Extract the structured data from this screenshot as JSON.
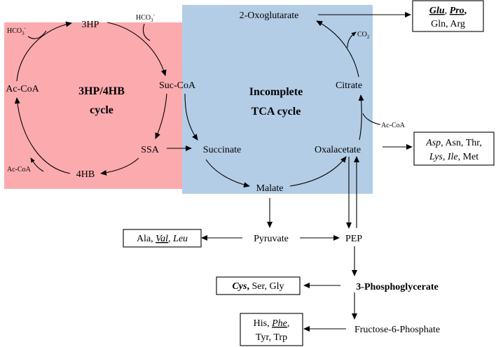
{
  "colors": {
    "hp_hb_region": "#fbaaae",
    "tca_region": "#b3cde6",
    "ink": "#000000"
  },
  "cycles": {
    "hp_hb": {
      "line1": "3HP/4HB",
      "line2": "cycle"
    },
    "tca": {
      "line1": "Incomplete",
      "line2": "TCA cycle"
    }
  },
  "metabolites": {
    "three_hp": "3HP",
    "suc_coa": "Suc-CoA",
    "ssa": "SSA",
    "four_hb": "4HB",
    "ac_coa": "Ac-CoA",
    "succinate": "Succinate",
    "malate": "Malate",
    "oxalacetate": "Oxalacetate",
    "citrate": "Citrate",
    "oxoglutarate": "2-Oxoglutarate",
    "pyruvate": "Pyruvate",
    "pep": "PEP",
    "phosphoglycerate": "3-Phosphoglycerate",
    "f6p": "Fructose-6-Phosphate"
  },
  "cofactors": {
    "hco3_left": {
      "base": "HCO",
      "sub": "3",
      "sup": "-"
    },
    "hco3_right": {
      "base": "HCO",
      "sub": "3",
      "sup": "-"
    },
    "co2": {
      "base": "CO",
      "sub": "2"
    },
    "ac_coa_out": "Ac-CoA",
    "ac_coa_in": "Ac-CoA"
  },
  "amino_acid_boxes": {
    "glu_box": {
      "line1": [
        {
          "text": "Glu",
          "style": "bold-italic-underline"
        },
        {
          "text": ", ",
          "style": "plain"
        },
        {
          "text": "Pro",
          "style": "bold-italic-underline"
        },
        {
          "text": ",",
          "style": "bold"
        }
      ],
      "line2": [
        {
          "text": "Gln, Arg",
          "style": "plain"
        }
      ]
    },
    "asp_box": {
      "line1": [
        {
          "text": "Asp",
          "style": "italic"
        },
        {
          "text": ", Asn, Thr,",
          "style": "plain"
        }
      ],
      "line2": [
        {
          "text": "Lys",
          "style": "italic"
        },
        {
          "text": ", ",
          "style": "plain"
        },
        {
          "text": "Ile",
          "style": "italic"
        },
        {
          "text": ", Met",
          "style": "plain"
        }
      ]
    },
    "ala_box": {
      "line1": [
        {
          "text": "Ala, ",
          "style": "plain"
        },
        {
          "text": "Val",
          "style": "italic-underline"
        },
        {
          "text": ", ",
          "style": "plain"
        },
        {
          "text": "Leu",
          "style": "italic"
        }
      ]
    },
    "cys_box": {
      "line1": [
        {
          "text": "Cys",
          "style": "bold-italic"
        },
        {
          "text": ",",
          "style": "bold"
        },
        {
          "text": " Ser, Gly",
          "style": "plain"
        }
      ]
    },
    "his_box": {
      "line1": [
        {
          "text": "His, ",
          "style": "plain"
        },
        {
          "text": "Phe",
          "style": "italic-underline"
        },
        {
          "text": ",",
          "style": "plain"
        }
      ],
      "line2": [
        {
          "text": "Tyr, Trp",
          "style": "plain"
        }
      ]
    }
  }
}
